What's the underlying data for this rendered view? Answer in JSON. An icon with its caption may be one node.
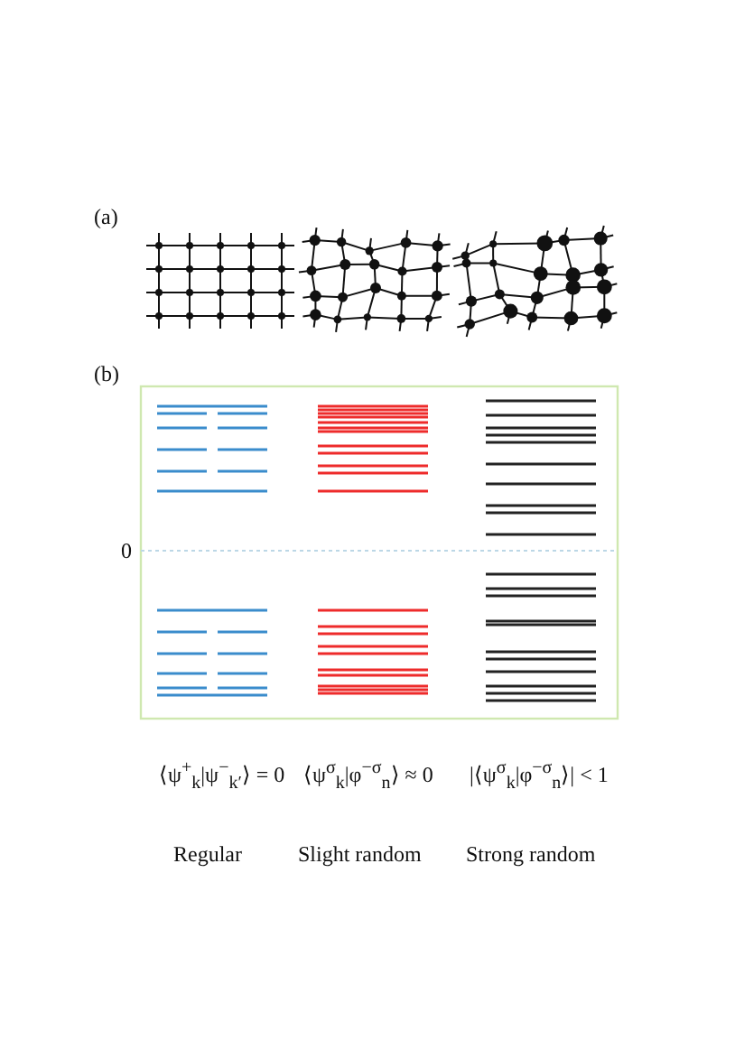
{
  "diagram": {
    "labels": [
      "(a)",
      "(b)",
      "0",
      "⟨ψ$^{+}$$_{k}$|ψ$^{−}$$_{k′}$⟩ = 0",
      "⟨ψ$^{σ}$$_{k}$|φ$^{−σ}$$_{n}$⟩ ≈ 0",
      "|⟨ψ$^{σ}$$_{k}$|φ$^{−σ}$$_{n}$⟩| < 1",
      "Regular",
      "Slight random",
      "Strong random"
    ]
  }
}
